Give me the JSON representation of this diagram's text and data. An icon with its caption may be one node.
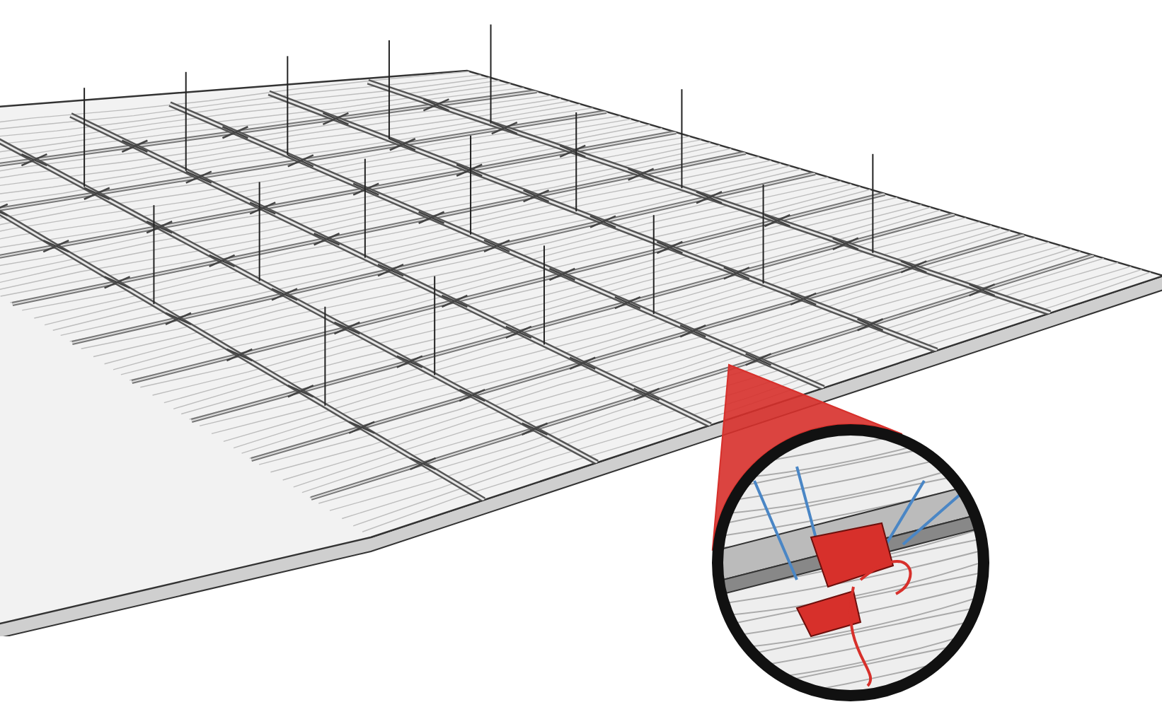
{
  "diagram": {
    "nodes": [
      {
        "text": [],
        "shape": "picture"
      },
      {
        "text": [],
        "shape": "picture"
      }
    ],
    "edges": [
      {
        "from": 0,
        "to": 1,
        "arrow": "none",
        "color": "#d7302b"
      }
    ]
  }
}
